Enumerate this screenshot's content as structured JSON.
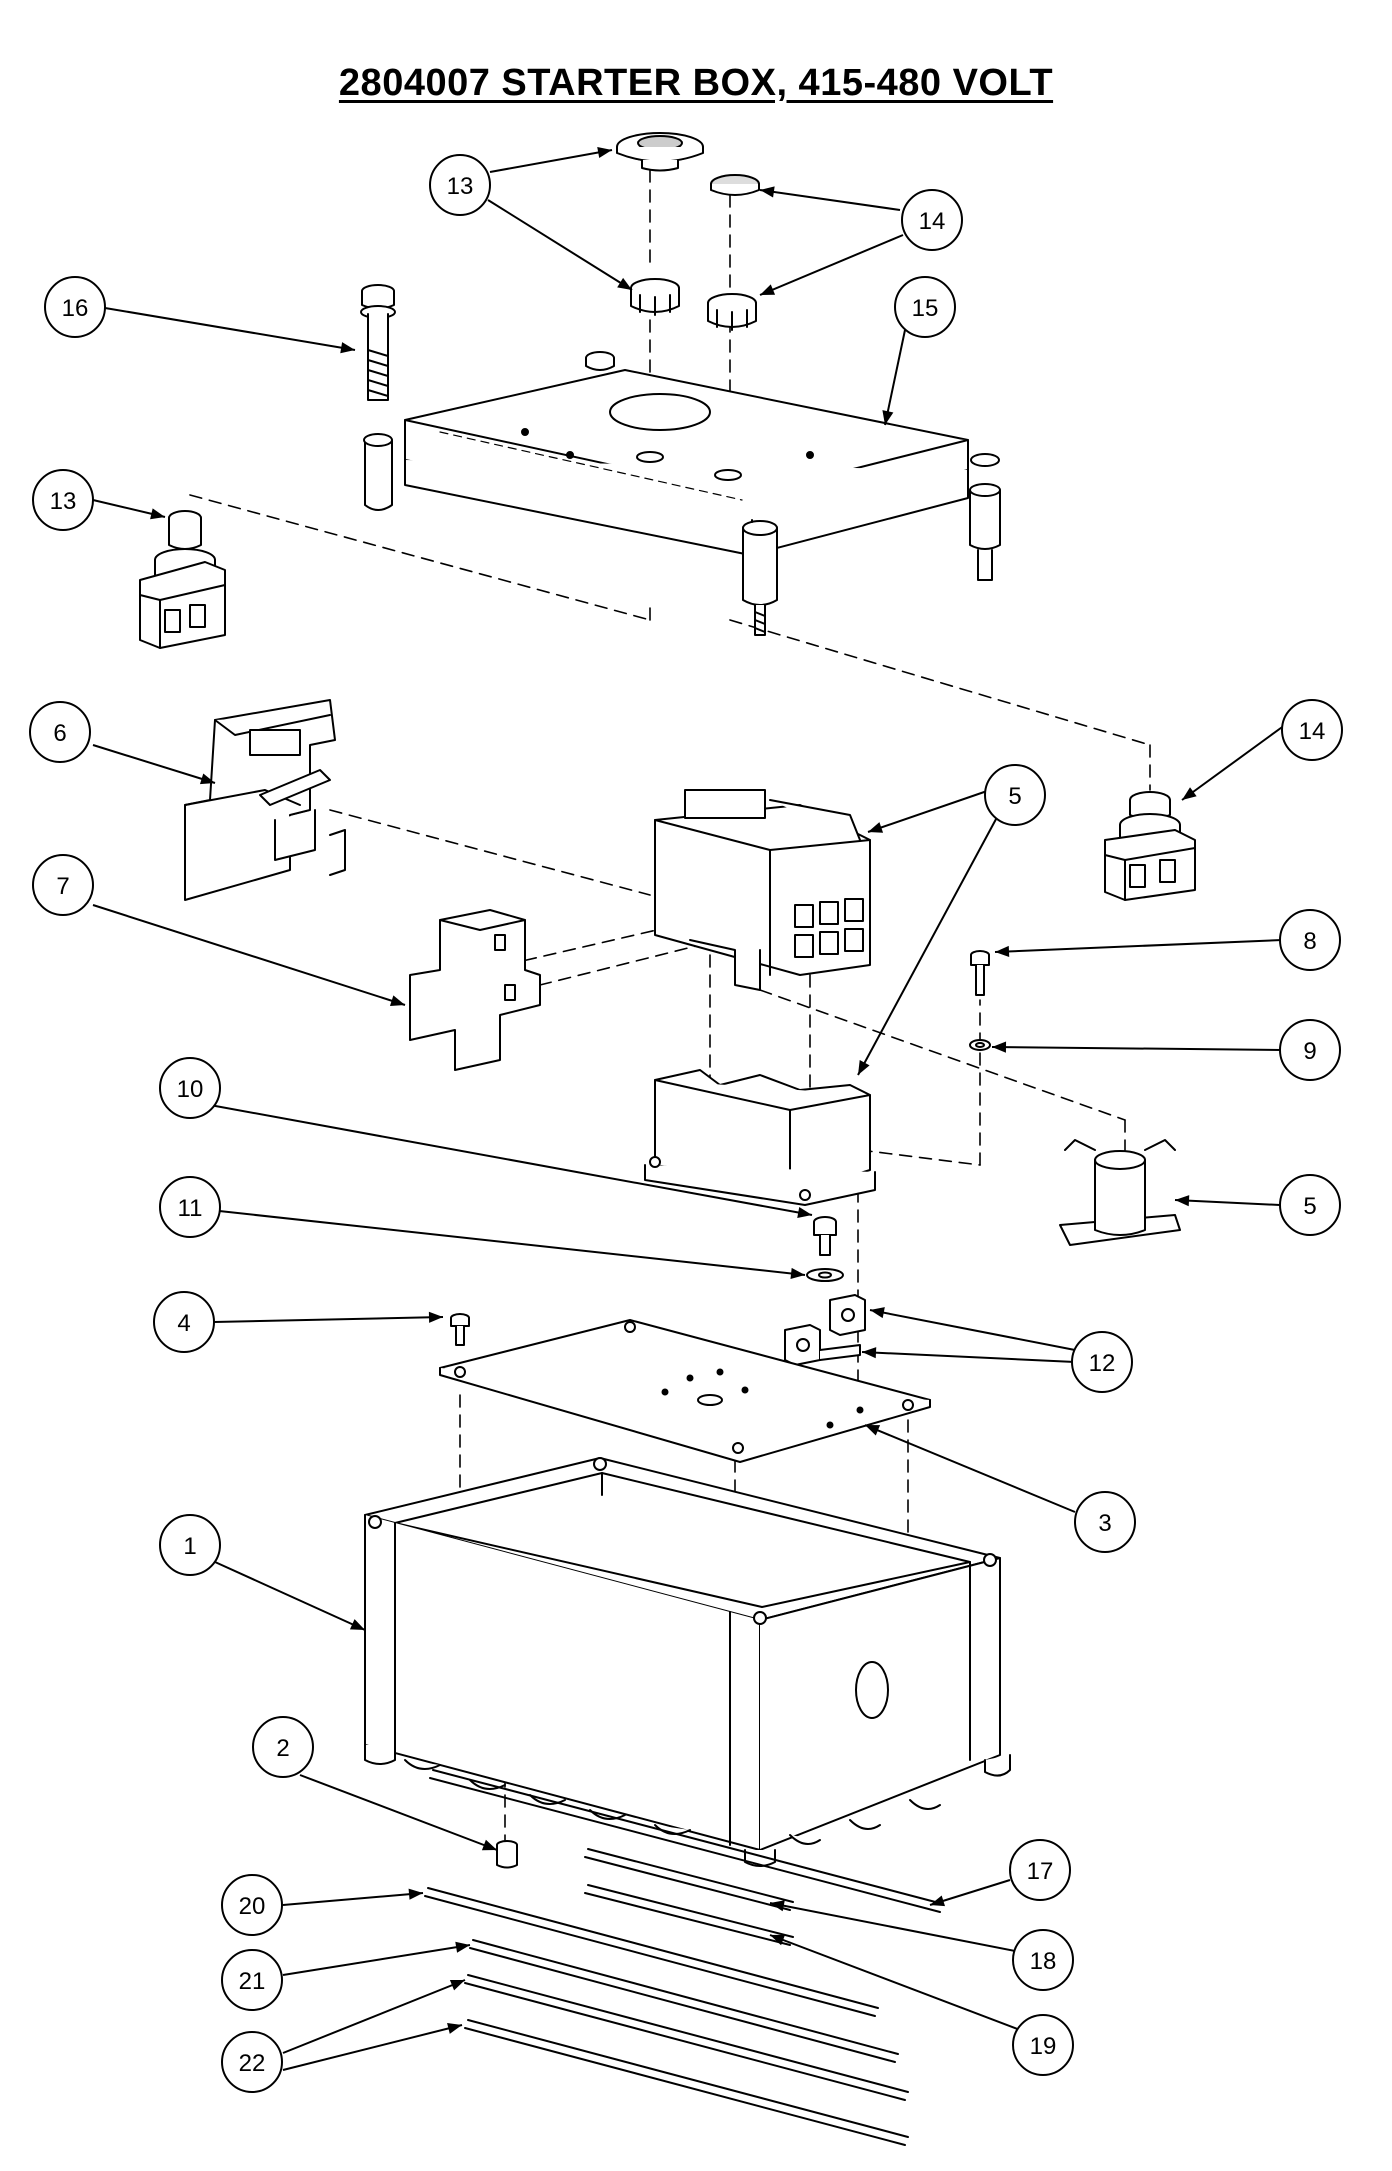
{
  "title": "2804007  STARTER BOX, 415-480 VOLT",
  "callouts": [
    {
      "id": "c13a",
      "label": "13"
    },
    {
      "id": "c14a",
      "label": "14"
    },
    {
      "id": "c16",
      "label": "16"
    },
    {
      "id": "c15",
      "label": "15"
    },
    {
      "id": "c13b",
      "label": "13"
    },
    {
      "id": "c6",
      "label": "6"
    },
    {
      "id": "c14b",
      "label": "14"
    },
    {
      "id": "c5a",
      "label": "5"
    },
    {
      "id": "c7",
      "label": "7"
    },
    {
      "id": "c8",
      "label": "8"
    },
    {
      "id": "c9",
      "label": "9"
    },
    {
      "id": "c10",
      "label": "10"
    },
    {
      "id": "c5b",
      "label": "5"
    },
    {
      "id": "c11",
      "label": "11"
    },
    {
      "id": "c4",
      "label": "4"
    },
    {
      "id": "c12",
      "label": "12"
    },
    {
      "id": "c3",
      "label": "3"
    },
    {
      "id": "c1",
      "label": "1"
    },
    {
      "id": "c2",
      "label": "2"
    },
    {
      "id": "c17",
      "label": "17"
    },
    {
      "id": "c20",
      "label": "20"
    },
    {
      "id": "c18",
      "label": "18"
    },
    {
      "id": "c21",
      "label": "21"
    },
    {
      "id": "c19",
      "label": "19"
    },
    {
      "id": "c22",
      "label": "22"
    }
  ]
}
